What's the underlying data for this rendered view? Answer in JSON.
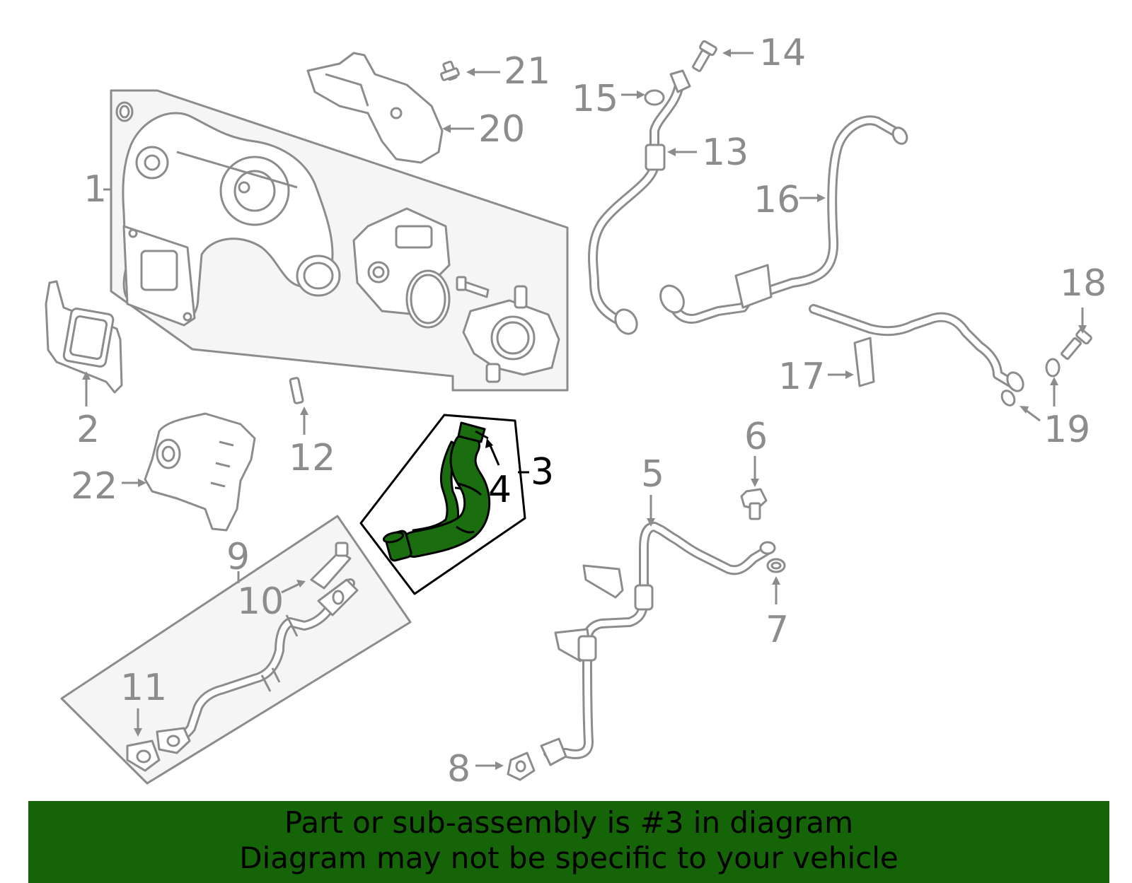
{
  "banner": {
    "line1": "Part or sub-assembly is #3 in diagram",
    "line2": "Diagram may not be specific to your vehicle",
    "color": "#156508"
  },
  "highlight_color": "#1a6e0f",
  "highlighted_part": "3",
  "callouts": {
    "c1": "1",
    "c2": "2",
    "c3": "3",
    "c4": "4",
    "c5": "5",
    "c6": "6",
    "c7": "7",
    "c8": "8",
    "c9": "9",
    "c10": "10",
    "c11": "11",
    "c12": "12",
    "c13": "13",
    "c14": "14",
    "c15": "15",
    "c16": "16",
    "c17": "17",
    "c18": "18",
    "c19": "19",
    "c20": "20",
    "c21": "21",
    "c22": "22"
  }
}
